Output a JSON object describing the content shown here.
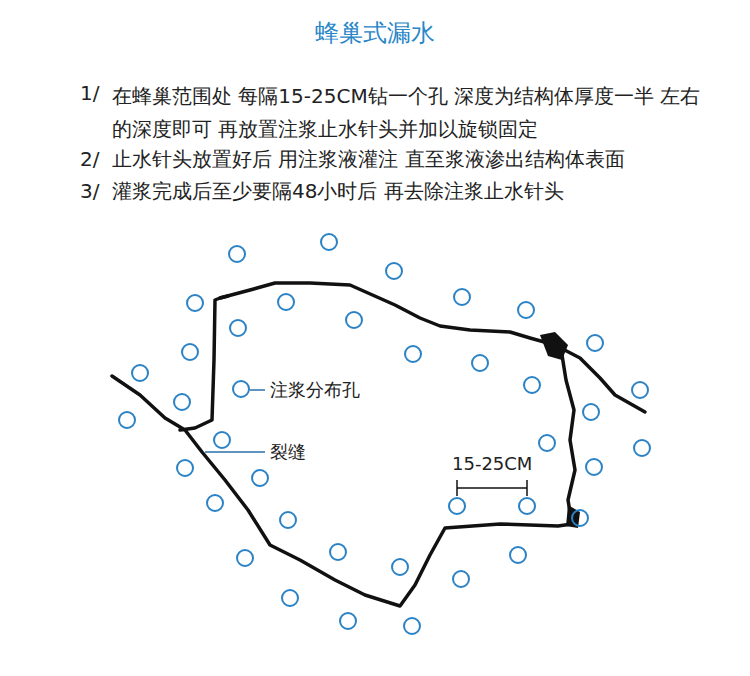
{
  "diagram": {
    "title": "蜂巢式漏水",
    "labels": [
      "1/",
      "在蜂巢范围处 每隔15-25CM钻一个孔 深度为结构体厚度一半 左右的深度即可 再放置注浆止水针头并加以旋锁固定",
      "2/",
      "止水针头放置好后 用注浆液灌注 直至浆液渗出结构体表面",
      "3/",
      "灌浆完成后至少要隔48小时后 再去除注浆止水针头",
      "注浆分布孔",
      "裂缝",
      "15-25CM"
    ]
  }
}
